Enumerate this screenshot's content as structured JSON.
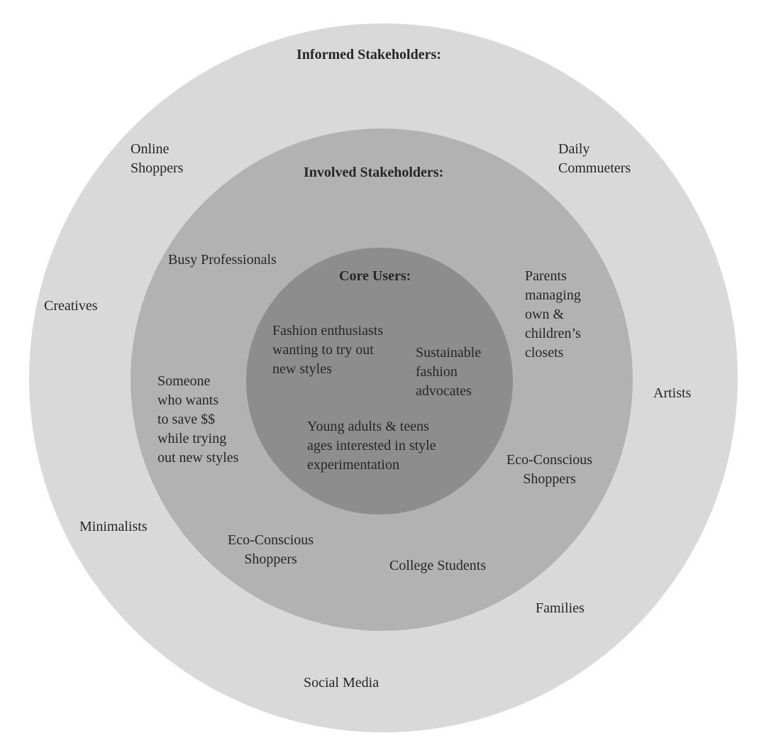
{
  "diagram": {
    "colors": {
      "outer_ring": "#d9d9d9",
      "middle_ring": "#b2b2b2",
      "core": "#8d8d8d",
      "text": "#262626"
    },
    "informed": {
      "heading": "Informed Stakeholders:",
      "online_shoppers": "Online\nShoppers",
      "daily_commuters": "Daily\nCommueters",
      "creatives": "Creatives",
      "artists": "Artists",
      "minimalists": "Minimalists",
      "families": "Families",
      "social_media": "Social Media"
    },
    "involved": {
      "heading": "Involved Stakeholders:",
      "busy_professionals": "Busy Professionals",
      "parents": "Parents\nmanaging\nown &\nchildren’s\nclosets",
      "someone_save": "Someone\nwho wants\nto save $$\nwhile trying\nout new styles",
      "eco_right": "Eco-Conscious\nShoppers",
      "eco_left": "Eco-Conscious\nShoppers",
      "college_students": "College Students"
    },
    "core": {
      "heading": "Core Users:",
      "fashion_enthusiasts": "Fashion enthusiasts\nwanting to try out\nnew styles",
      "sustainable": "Sustainable\nfashion\nadvocates",
      "young_adults": "Young adults & teens\nages interested in style\nexperimentation"
    }
  }
}
